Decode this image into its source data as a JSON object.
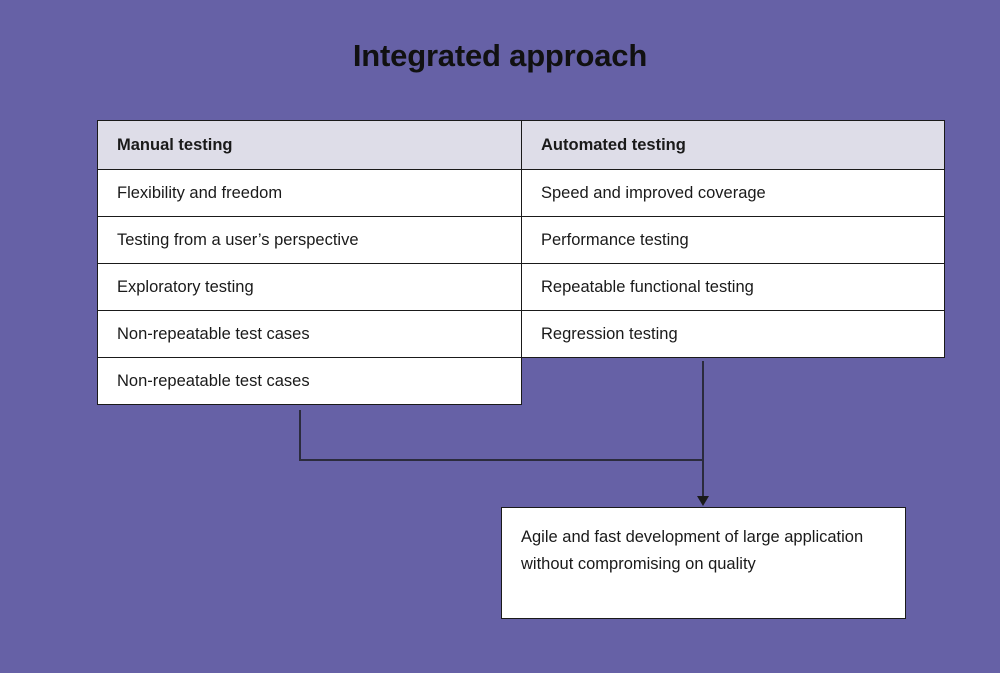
{
  "page": {
    "title": "Integrated approach",
    "background_color": "#6661a6",
    "text_color": "#1a1a1a"
  },
  "table": {
    "header_background": "#dedde8",
    "cell_background": "#ffffff",
    "border_color": "#1a1a1a",
    "headers": [
      "Manual testing",
      "Automated testing"
    ],
    "rows": [
      [
        "Flexibility and freedom",
        "Speed and improved coverage"
      ],
      [
        "Testing from a user’s perspective",
        "Performance testing"
      ],
      [
        "Exploratory testing",
        "Repeatable functional testing"
      ],
      [
        "Non-repeatable test cases",
        "Regression testing"
      ],
      [
        "Non-repeatable test cases",
        ""
      ]
    ]
  },
  "connector": {
    "line_color": "#2b2b3d",
    "arrow_name": "down-arrow-icon"
  },
  "outcome": {
    "text": "Agile and fast development of large application without compromising on quality"
  }
}
